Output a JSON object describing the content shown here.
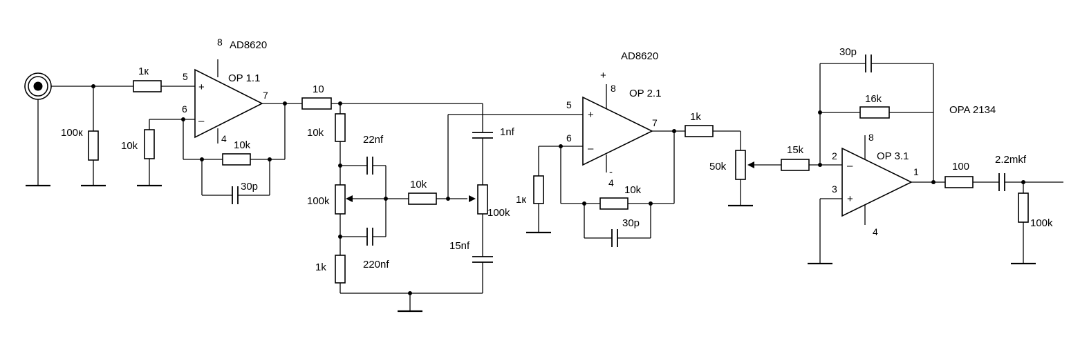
{
  "stage1": {
    "part": "AD8620",
    "name": "OP 1.1",
    "pin_plus": "5",
    "pin_minus": "6",
    "pin_out": "7",
    "pin_supply": "8",
    "pin_gnd": "4",
    "sign_plus": "+",
    "sign_minus": "–",
    "r_in": "1к",
    "r_bias": "100к",
    "r_gain": "10k",
    "r_fb": "10k",
    "c_fb": "30p"
  },
  "stage2": {
    "r_series": "10",
    "r_top": "10k",
    "c_top": "22nf",
    "pot_mid": "100k",
    "c_bottom": "220nf",
    "r_bottom": "1k",
    "r_cross": "10k",
    "c_high": "1nf",
    "pot_right": "100k",
    "c_low": "15nf"
  },
  "stage3": {
    "part": "AD8620",
    "name": "OP 2.1",
    "pin_plus": "5",
    "pin_minus": "6",
    "pin_out": "7",
    "pin_supply": "8",
    "pin_gnd": "4",
    "sign_plus": "+",
    "sign_minus": "–",
    "sign_supply": "+",
    "sign_gnd": "-",
    "r_gain": "1к",
    "r_fb": "10k",
    "c_fb": "30p"
  },
  "stage4": {
    "r_out": "1k",
    "pot_volume": "50k",
    "r_in": "15k"
  },
  "stage5": {
    "part": "OPA 2134",
    "name": "OP 3.1",
    "pin_minus": "2",
    "pin_plus": "3",
    "pin_out": "1",
    "pin_supply": "8",
    "pin_gnd": "4",
    "sign_plus": "+",
    "sign_minus": "–",
    "c_fb": "30p",
    "r_fb": "16k",
    "r_out": "100",
    "c_out": "2.2mkf",
    "r_load": "100k"
  }
}
